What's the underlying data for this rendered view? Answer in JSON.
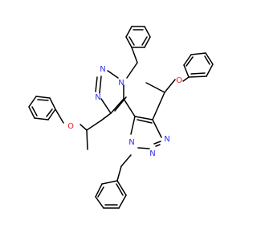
{
  "atoms": {
    "n1a": "N",
    "n2a": "N",
    "n3a": "N",
    "o_a": "O",
    "n1b": "N",
    "n2b": "N",
    "n3b": "N",
    "o_b": "O"
  },
  "colors": {
    "bond": "#000000",
    "nitrogen": "#3030f0",
    "oxygen": "#f01818",
    "background": "#ffffff"
  }
}
